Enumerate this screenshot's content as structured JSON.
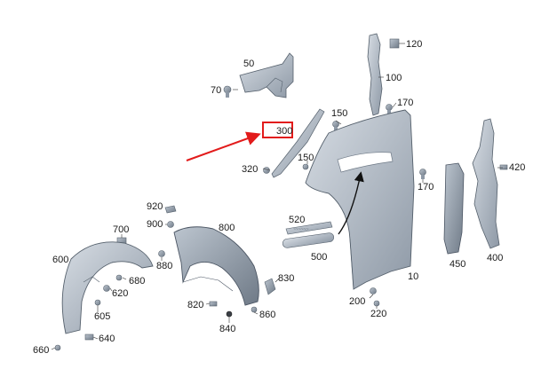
{
  "diagram": {
    "highlighted_part": "300",
    "highlight_color": "#e21b1b",
    "part_color": "#a9b3bf",
    "outline_color": "#4b5563"
  },
  "labels": {
    "p120": "120",
    "p50": "50",
    "p70": "70",
    "p100": "100",
    "p170a": "170",
    "p150a": "150",
    "p300": "300",
    "p320": "320",
    "p150b": "150",
    "p170b": "170",
    "p420": "420",
    "p920": "920",
    "p900": "900",
    "p800": "800",
    "p700": "700",
    "p520": "520",
    "p600": "600",
    "p880": "880",
    "p680": "680",
    "p620": "620",
    "p500": "500",
    "p450": "450",
    "p400": "400",
    "p830": "830",
    "p10": "10",
    "p605": "605",
    "p820": "820",
    "p860": "860",
    "p200": "200",
    "p220": "220",
    "p840": "840",
    "p640": "640",
    "p660": "660"
  }
}
